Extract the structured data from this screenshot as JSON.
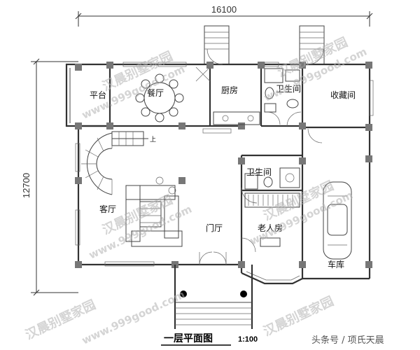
{
  "dimensions": {
    "width_label": "16100",
    "height_label": "12700"
  },
  "rooms": {
    "platform": "平台",
    "dining": "餐厅",
    "kitchen": "厨房",
    "bathroom_top": "卫生间",
    "storage": "收藏间",
    "living": "客厅",
    "bathroom_mid": "卫生间",
    "foyer": "门厅",
    "elder_room": "老人房",
    "garage": "车库",
    "stair_up": "上"
  },
  "title": {
    "text": "一层平面图",
    "scale": "1:100"
  },
  "watermark": {
    "brand": "汉晨别墅家园",
    "url": "www.999good.com"
  },
  "credit": "头条号 / 项氏天晨"
}
